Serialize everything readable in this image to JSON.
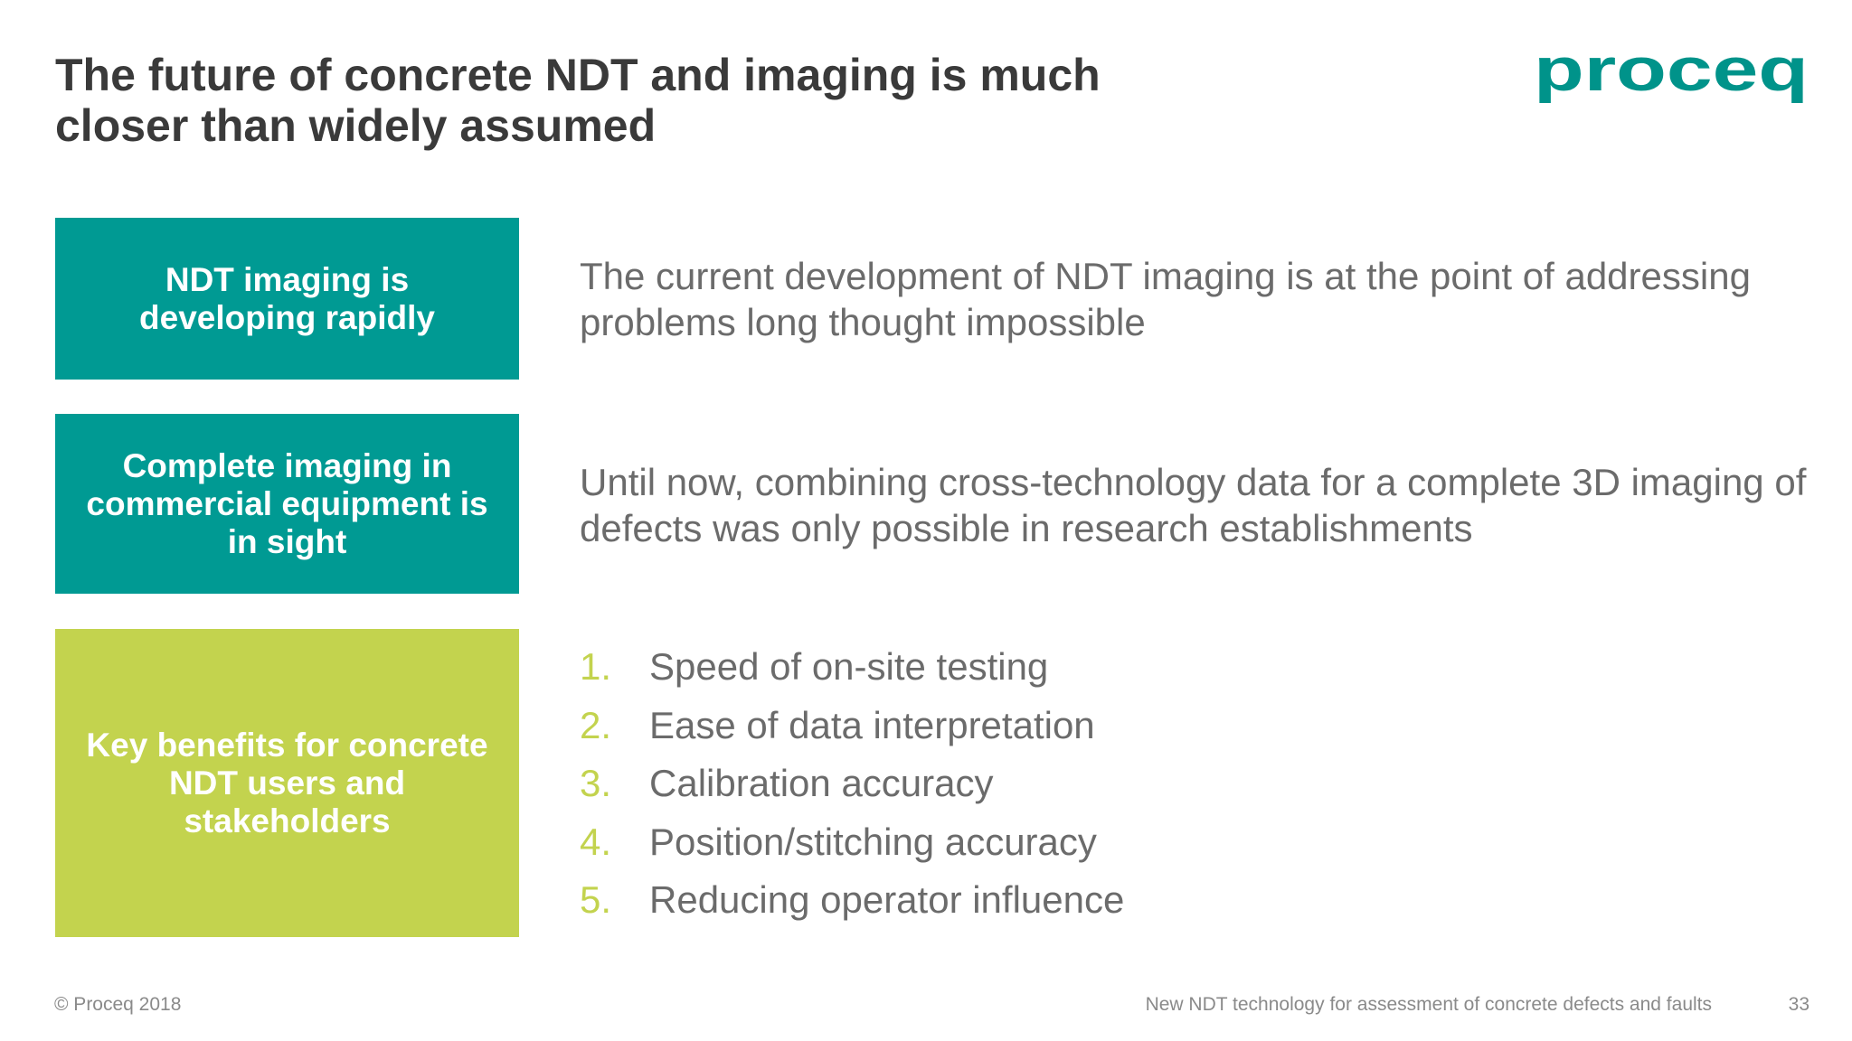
{
  "title": "The future of concrete NDT and imaging is much closer than widely assumed",
  "logo": {
    "text": "proceq",
    "color": "#00938a"
  },
  "colors": {
    "teal": "#009a93",
    "lime": "#c3d34e",
    "title_text": "#3a3a3a",
    "body_text": "#6b6b6b"
  },
  "rows": [
    {
      "label": "NDT imaging is developing rapidly",
      "description": "The current development of NDT imaging is at the point of addressing problems long thought impossible"
    },
    {
      "label": "Complete imaging in commercial equipment is in sight",
      "description": "Until now, combining cross-technology data for a complete 3D imaging of defects was only possible in research establishments"
    },
    {
      "label": "Key benefits for concrete NDT users and stakeholders",
      "benefits": [
        {
          "number": "1.",
          "text": "Speed of on-site testing"
        },
        {
          "number": "2.",
          "text": "Ease of data interpretation"
        },
        {
          "number": "3.",
          "text": "Calibration accuracy"
        },
        {
          "number": "4.",
          "text": "Position/stitching accuracy"
        },
        {
          "number": "5.",
          "text": "Reducing operator influence"
        }
      ]
    }
  ],
  "footer": {
    "copyright": "© Proceq 2018",
    "subtitle": "New NDT technology for assessment of concrete defects and faults",
    "page_number": "33"
  }
}
